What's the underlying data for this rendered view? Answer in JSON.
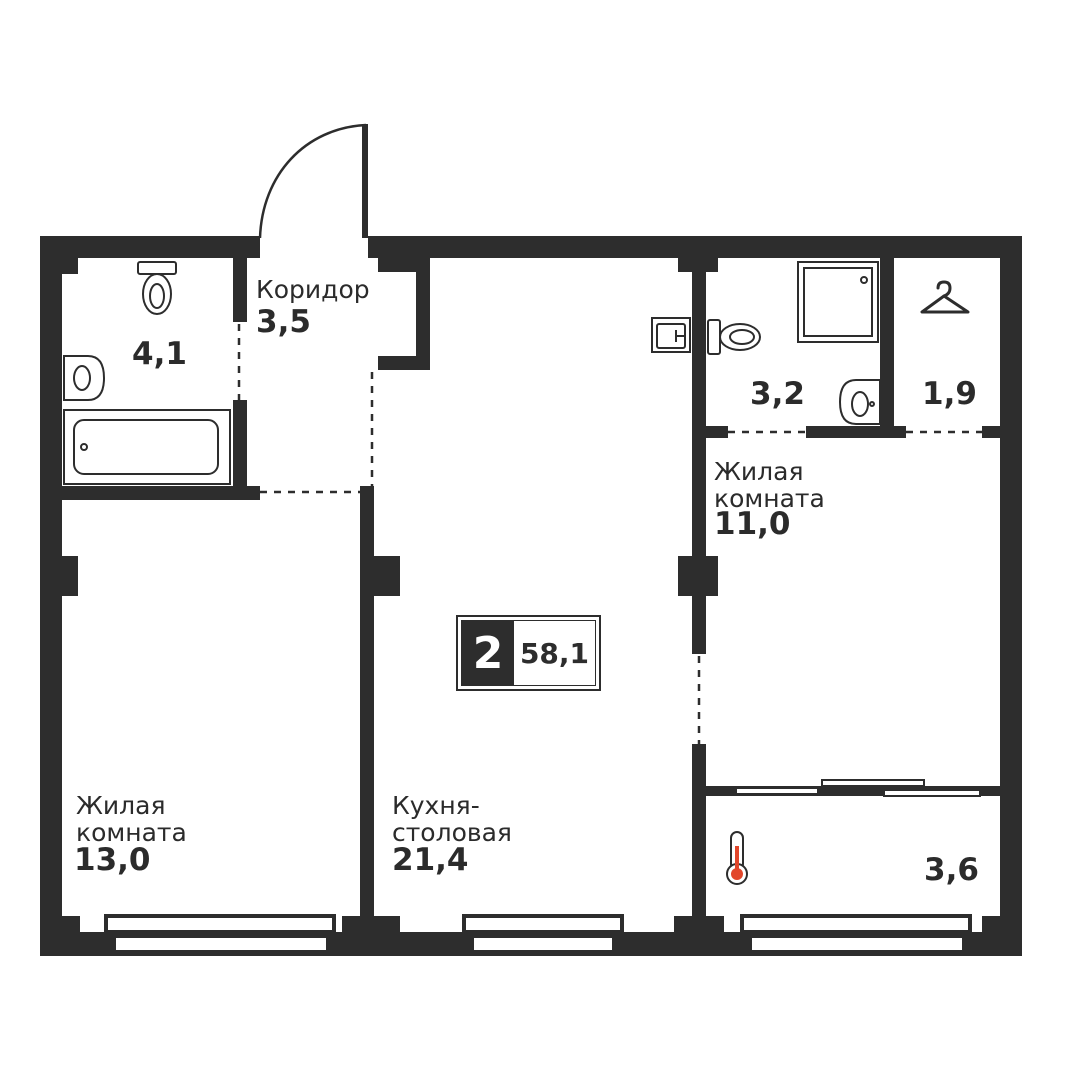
{
  "apartment": {
    "rooms_count": "2",
    "total_area": "58,1"
  },
  "rooms": {
    "bathroom": {
      "area": "4,1"
    },
    "corridor": {
      "name": "Коридор",
      "area": "3,5"
    },
    "living_left": {
      "name": "Жилая\nкомната",
      "area": "13,0"
    },
    "kitchen": {
      "name": "Кухня-\nстоловая",
      "area": "21,4"
    },
    "toilet": {
      "area": "3,2"
    },
    "wardrobe": {
      "area": "1,9"
    },
    "living_right": {
      "name": "Жилая\nкомната",
      "area": "11,0"
    },
    "loggia": {
      "area": "3,6"
    }
  },
  "icons": [
    "toilet-icon",
    "sink-icon",
    "bathtub-icon",
    "shower-icon",
    "hanger-icon",
    "thermometer-icon"
  ],
  "colors": {
    "wall": "#2d2d2d",
    "background": "#ffffff",
    "accent": "#e2462a"
  }
}
